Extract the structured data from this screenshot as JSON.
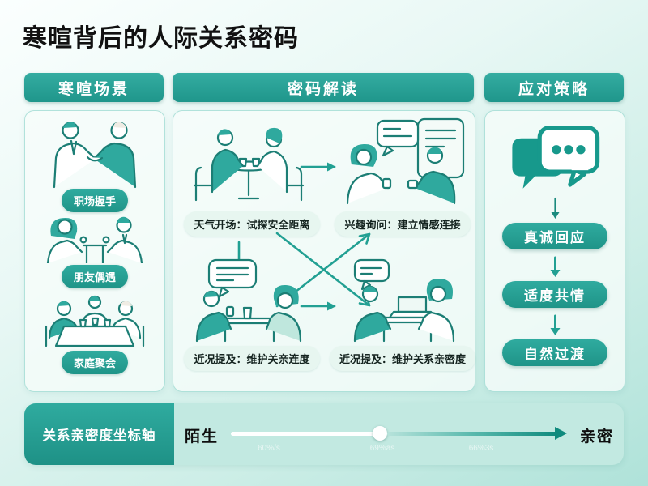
{
  "title": "寒暄背后的人际关系密码",
  "sections": {
    "scenes": {
      "header": "寒暄场景",
      "items": [
        "职场握手",
        "朋友偶遇",
        "家庭聚会"
      ]
    },
    "decode": {
      "header": "密码解读",
      "cells": [
        {
          "label": "天气开场：试探安全距离"
        },
        {
          "label": "兴趣询问：建立情感连接"
        },
        {
          "label": "近况提及：维护关亲连度"
        },
        {
          "label": "近况提及：维护关系亲密度"
        }
      ]
    },
    "strategy": {
      "header": "应对策略",
      "steps": [
        "真诚回应",
        "适度共情",
        "自然过渡"
      ]
    }
  },
  "axis": {
    "label": "关系亲密度坐标轴",
    "start": "陌生",
    "end": "亲密",
    "faint_marks": [
      "60%/s",
      "69%as",
      "66%3s"
    ]
  },
  "icons": {
    "chat_bubbles": "two overlapping speech bubbles with ellipsis dots",
    "flow_arrows": "teal right/down/cross arrows",
    "slider_knob": "white round handle on intimacy axis"
  },
  "colors": {
    "accent": "#2aa096",
    "accent_dark": "#0f8a7d",
    "panel_bg": "#f4fbf9",
    "bar_bg": "#c2e9e1",
    "title_text": "#111111"
  }
}
